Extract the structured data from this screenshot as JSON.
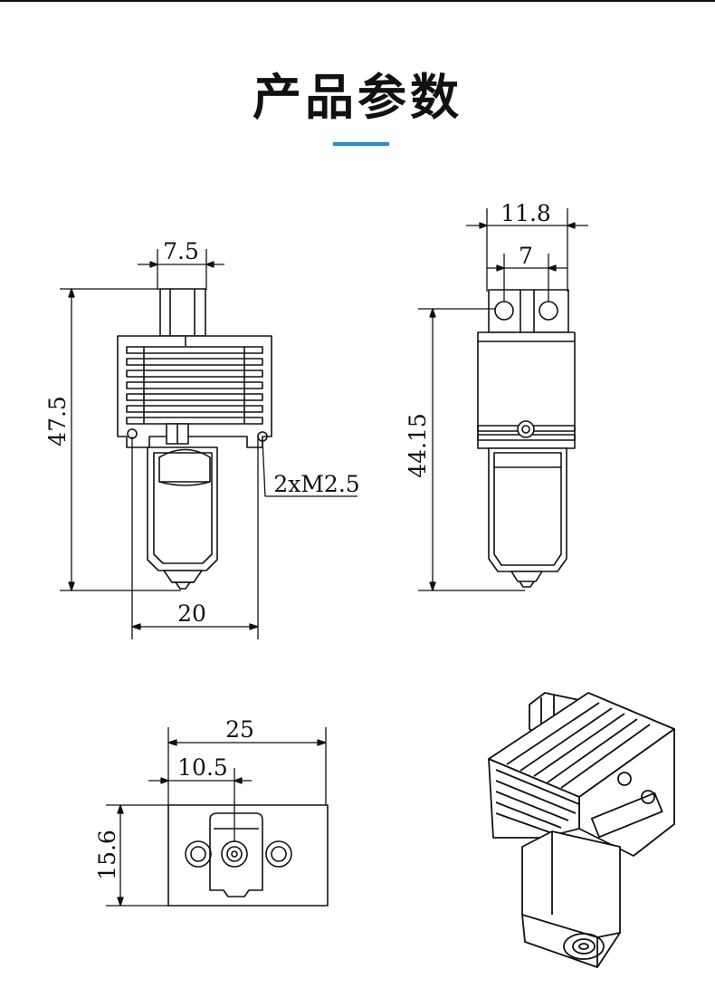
{
  "header": {
    "title": "产品参数",
    "accent_color": "#1a8fd6"
  },
  "dimensions": {
    "front_top_width": "7.5",
    "front_height": "47.5",
    "front_screws": "2xM2.5",
    "front_width": "20",
    "side_top_outer": "11.8",
    "side_top_inner": "7",
    "side_height": "44.15",
    "bottom_width": "25",
    "bottom_offset": "10.5",
    "bottom_height": "15.6"
  },
  "colors": {
    "line": "#111111",
    "background": "#ffffff"
  }
}
